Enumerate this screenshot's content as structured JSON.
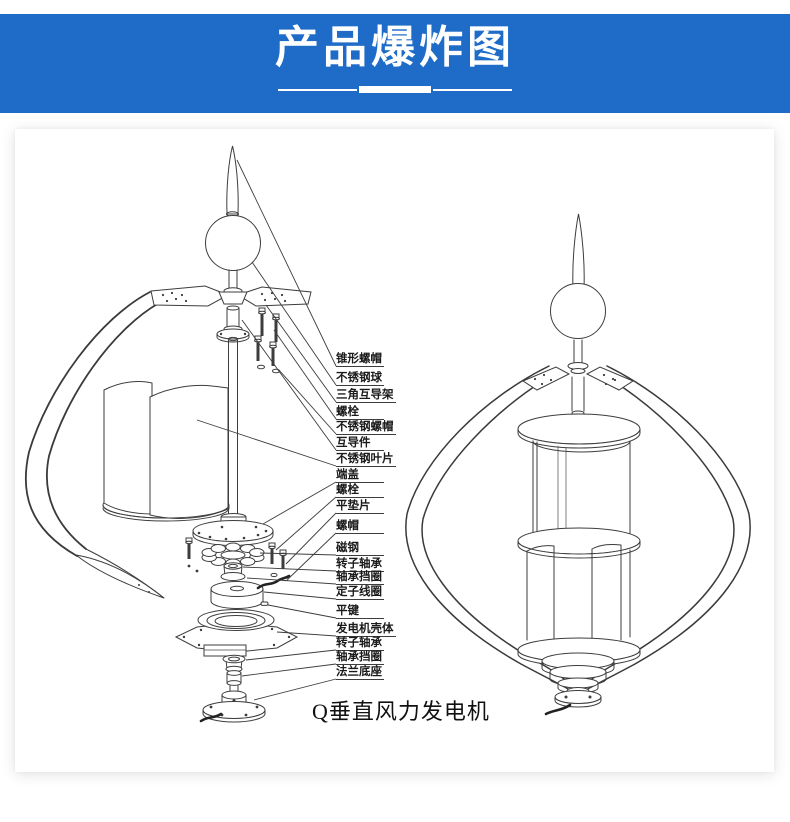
{
  "header": {
    "title": "产品爆炸图",
    "background_color": "#1e6bc8",
    "text_color": "#ffffff"
  },
  "diagram": {
    "caption": "Q垂直风力发电机",
    "line_color": "#3d3d3d",
    "views": {
      "left": "exploded-view",
      "right": "assembled-view"
    },
    "part_labels": [
      "锥形螺帽",
      "不锈钢球",
      "三角互导架",
      "螺栓",
      "不锈钢螺帽",
      "互导件",
      "不锈钢叶片",
      "端盖",
      "螺栓",
      "平垫片",
      "螺帽",
      "磁钢",
      "转子轴承",
      "轴承挡圈",
      "定子线圈",
      "平键",
      "发电机壳体",
      "转子轴承",
      "轴承挡圈",
      "法兰底座"
    ]
  }
}
